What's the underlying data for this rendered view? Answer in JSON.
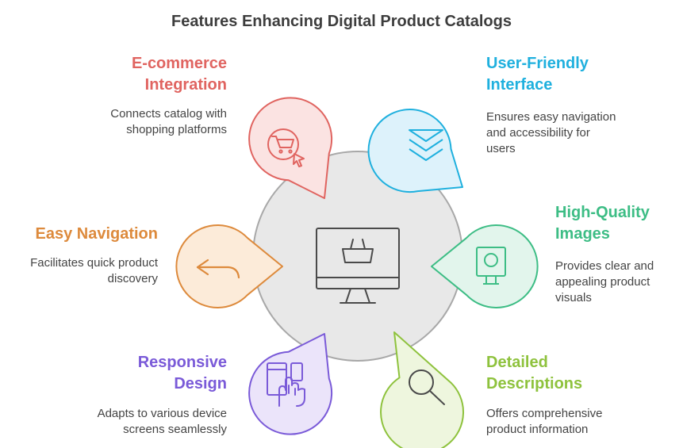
{
  "title": "Features Enhancing Digital Product Catalogs",
  "colors": {
    "center_fill": "#e8e8e8",
    "center_stroke": "#a8a8a8",
    "ecommerce": "#e06460",
    "user_friendly": "#1fb0de",
    "high_quality": "#3dbd85",
    "easy_nav": "#dd8a3c",
    "responsive": "#7a5ad8",
    "detailed": "#8ec23d"
  },
  "features": {
    "ecommerce": {
      "title1": "E-commerce",
      "title2": "Integration",
      "desc1": "Connects catalog with",
      "desc2": "shopping platforms",
      "icon": "shopping-cart-cursor-icon"
    },
    "user_friendly": {
      "title1": "User-Friendly",
      "title2": "Interface",
      "desc1": "Ensures easy navigation",
      "desc2": "and accessibility for",
      "desc3": "users",
      "icon": "stacked-chevrons-icon"
    },
    "high_quality": {
      "title1": "High-Quality",
      "title2": "Images",
      "desc1": "Provides clear and",
      "desc2": "appealing product",
      "desc3": "visuals",
      "icon": "photo-stand-icon"
    },
    "easy_nav": {
      "title1": "Easy Navigation",
      "desc1": "Facilitates quick product",
      "desc2": "discovery",
      "icon": "return-arrow-icon"
    },
    "responsive": {
      "title1": "Responsive",
      "title2": "Design",
      "desc1": "Adapts to various device",
      "desc2": "screens seamlessly",
      "icon": "devices-hand-icon"
    },
    "detailed": {
      "title1": "Detailed",
      "title2": "Descriptions",
      "desc1": "Offers comprehensive",
      "desc2": "product information",
      "icon": "magnifier-icon"
    }
  },
  "center_icon": "monitor-basket-icon"
}
